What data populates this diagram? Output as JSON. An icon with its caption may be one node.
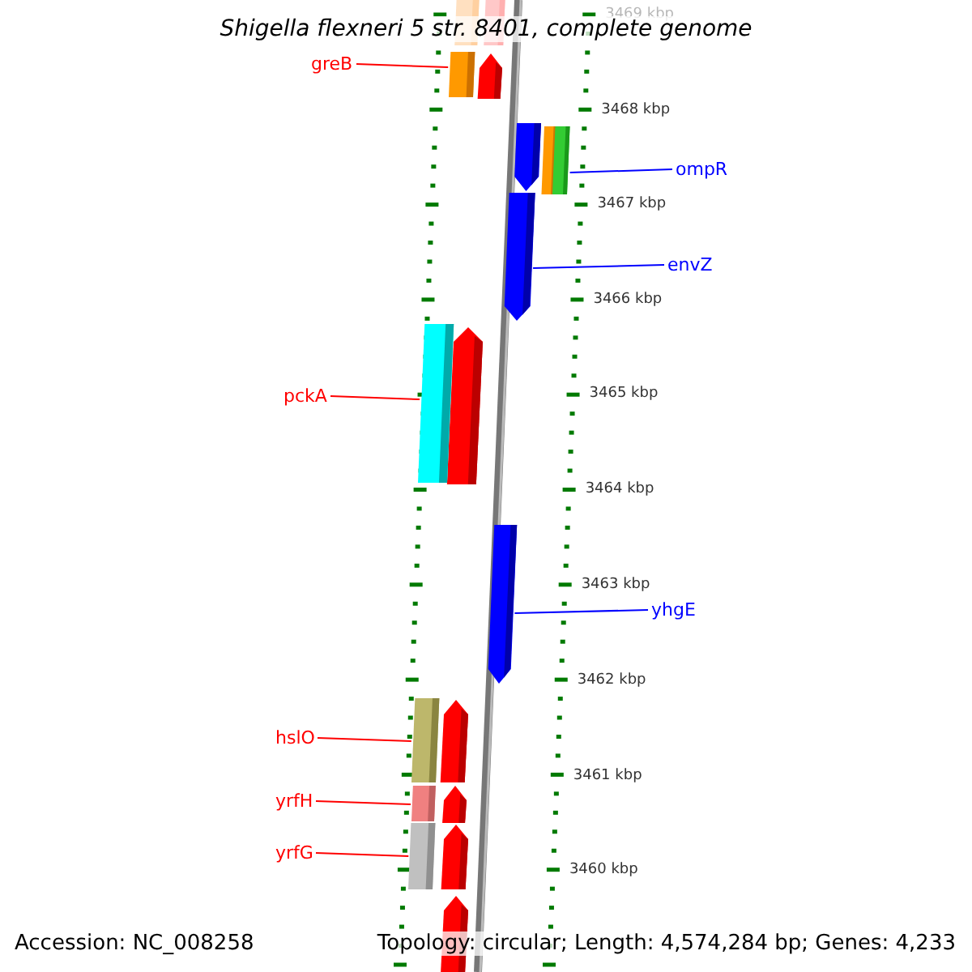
{
  "diagram": {
    "title": "Shigella flexneri 5 str. 8401, complete genome",
    "nodes": [
      {
        "text": [
          "greB"
        ]
      },
      {
        "text": [],
        "shape": "bar"
      },
      {
        "text": [
          "ompR"
        ]
      },
      {
        "text": [],
        "shape": "bar"
      },
      {
        "text": [
          "envZ"
        ]
      },
      {
        "text": [],
        "shape": "arrow"
      },
      {
        "text": [
          "pckA"
        ]
      },
      {
        "text": [],
        "shape": "bar"
      },
      {
        "text": [
          "yhgE"
        ]
      },
      {
        "text": [],
        "shape": "arrow"
      },
      {
        "text": [
          "hslO"
        ]
      },
      {
        "text": [],
        "shape": "bar"
      },
      {
        "text": [
          "yrfH"
        ]
      },
      {
        "text": [],
        "shape": "bar"
      },
      {
        "text": [
          "yrfG"
        ]
      },
      {
        "text": [],
        "shape": "bar"
      }
    ],
    "edges": [
      {
        "from": 0,
        "to": 1,
        "arrow": "none"
      },
      {
        "from": 2,
        "to": 3,
        "arrow": "none",
        "color": "#0000ff"
      },
      {
        "from": 4,
        "to": 5,
        "arrow": "none",
        "color": "#0000ff"
      },
      {
        "from": 6,
        "to": 7,
        "arrow": "none"
      },
      {
        "from": 8,
        "to": 9,
        "arrow": "none",
        "color": "#0000ff"
      },
      {
        "from": 10,
        "to": 11,
        "arrow": "none"
      },
      {
        "from": 12,
        "to": 13,
        "arrow": "none"
      },
      {
        "from": 14,
        "to": 15,
        "arrow": "none"
      }
    ],
    "labels": [
      "3469 kbp",
      "3468 kbp",
      "3467 kbp",
      "3466 kbp",
      "3465 kbp",
      "3464 kbp",
      "3463 kbp",
      "3462 kbp",
      "3461 kbp",
      "3460 kbp",
      "Accession: NC_008258",
      "Topology: circular; Length: 4,574,284 bp; Genes: 4,233"
    ]
  }
}
